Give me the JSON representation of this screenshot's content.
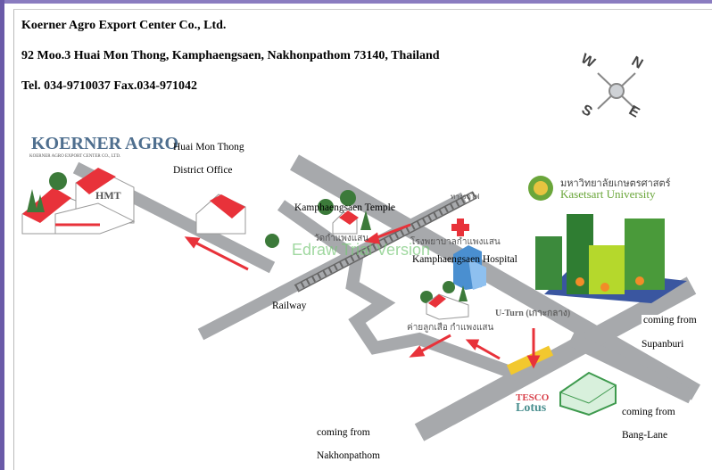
{
  "header": {
    "company": "Koerner Agro Export Center Co., Ltd.",
    "address": "92  Moo.3   Huai Mon Thong, Kamphaengsaen, Nakhonpathom  73140, Thailand",
    "contact": "Tel.  034-9710037   Fax.034-971042"
  },
  "compass": {
    "n": "N",
    "s": "S",
    "e": "E",
    "w": "W"
  },
  "logos": {
    "koerner": "KOERNER AGRO",
    "koerner_sub": "KOERNER AGRO EXPORT CENTER CO., LTD.",
    "kasetsart_thai": "มหาวิทยาลัยเกษตรศาสตร์",
    "kasetsart": "Kasetsart University",
    "tesco": "TESCO",
    "lotus": "Lotus",
    "watermark": "Edraw Trial Version"
  },
  "map": {
    "hmt": "HMT",
    "district_office_1": "Huai Mon Thong",
    "district_office_2": "District Office",
    "temple": "Kamphaengsaen Temple",
    "hospital": "Kamphaengsaen Hospital",
    "railway": "Railway",
    "uturn": "U-Turn (เกาะกลาง)",
    "supanburi_1": "coming from",
    "supanburi_2": "Supanburi",
    "banglane_1": "coming from",
    "banglane_2": "Bang-Lane",
    "nakhon_1": "coming from",
    "nakhon_2": "Nakhonpathom",
    "thai_temple": "วัดกำแพงแสน",
    "thai_hospital": "โรงพยาบาลกำแพงแสน",
    "thai_camp": "ค่ายลูกเสือ กำแพงแสน",
    "thai_railway": "ทางรถไฟ"
  },
  "colors": {
    "road": "#a7a9ac",
    "roof": "#e8323a",
    "arrow": "#e8323a",
    "tree": "#3c7a3a",
    "building": "#4a9a3a",
    "uturn": "#f2c82e",
    "frame": "#6a5aa8"
  }
}
